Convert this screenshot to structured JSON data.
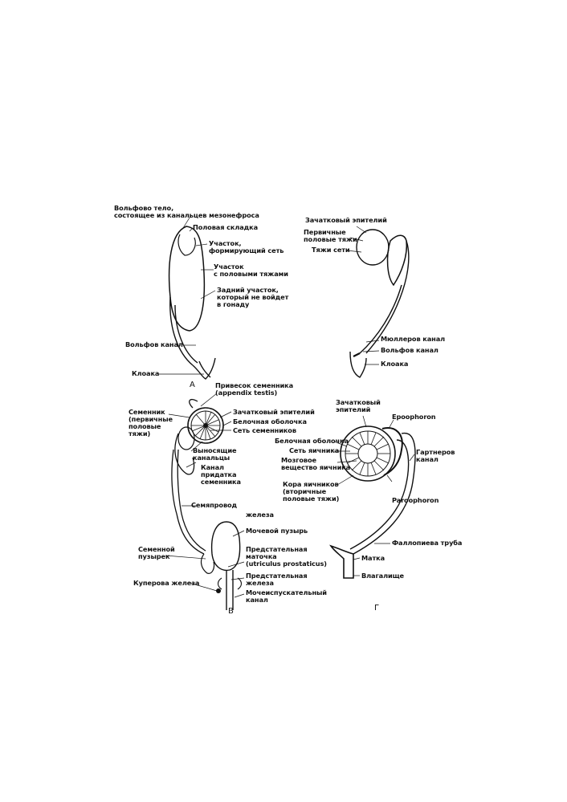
{
  "panels": {
    "a": {
      "letter": "А"
    },
    "b": {
      "letter": ""
    },
    "v": {
      "letter": "В"
    },
    "g": {
      "letter": "Г"
    }
  },
  "labels": {
    "a": {
      "wolffian_body": "Вольфово тело,\nсостоящее из канальцев мезонефроса",
      "genital_fold": "Половая складка",
      "rete_region": "Участок,\nформирующий сеть",
      "cords_region": "Участок\nс половыми тяжами",
      "posterior_region": "Задний участок,\nкоторый не войдет\nв гонаду",
      "wolffian_duct": "Вольфов канал",
      "cloaca": "Клоака"
    },
    "b": {
      "germinal_epithelium": "Зачатковый эпителий",
      "primary_cords": "Первичные\nполовые тяжи",
      "rete_cords": "Тяжи сети",
      "mullerian_duct": "Мюллеров канал",
      "wolffian_duct": "Вольфов канал",
      "cloaca": "Клоака"
    },
    "v": {
      "appendix_testis": "Привесок семенника\n(appendix testis)",
      "testis": "Семенник\n(первичные\nполовые\nтяжи)",
      "germinal_epithelium": "Зачатковый эпителий",
      "tunica_albuginea": "Белочная оболочка",
      "rete_testis": "Сеть семенников",
      "efferent_ducts": "Выносящие\nканальцы",
      "epididymis_duct": "Канал\nпридатка\nсеменника",
      "vas_deferens": "Семяпровод",
      "gland": "железа",
      "bladder": "Мочевой пузырь",
      "seminal_vesicle": "Семенной\nпузырек",
      "prostatic_utricle": "Предстательная\nматочка\n(utriculus prostaticus)",
      "prostate": "Предстательная\nжелеза",
      "cowper": "Куперова железа",
      "urethra": "Мочеиспускательный\nканал"
    },
    "g": {
      "germinal_epithelium": "Зачатковый\nэпителий",
      "epoophoron": "Epoophoron",
      "tunica_albuginea": "Белочная оболочка",
      "rete_ovarii": "Сеть яичника",
      "medulla": "Мозговое\nвещество яичника",
      "gartner": "Гартнеров\nканал",
      "cortex": "Кора яичников\n(вторичные\nполовые тяжи)",
      "paroophoron": "Paroophoron",
      "fallopian": "Фаллопиева труба",
      "uterus": "Матка",
      "vagina": "Влагалище"
    }
  },
  "colors": {
    "ink": "#111111",
    "paper": "#ffffff"
  },
  "icons": [
    "embryo-a-drawing",
    "embryo-b-drawing",
    "male-tract-drawing",
    "female-tract-drawing"
  ]
}
